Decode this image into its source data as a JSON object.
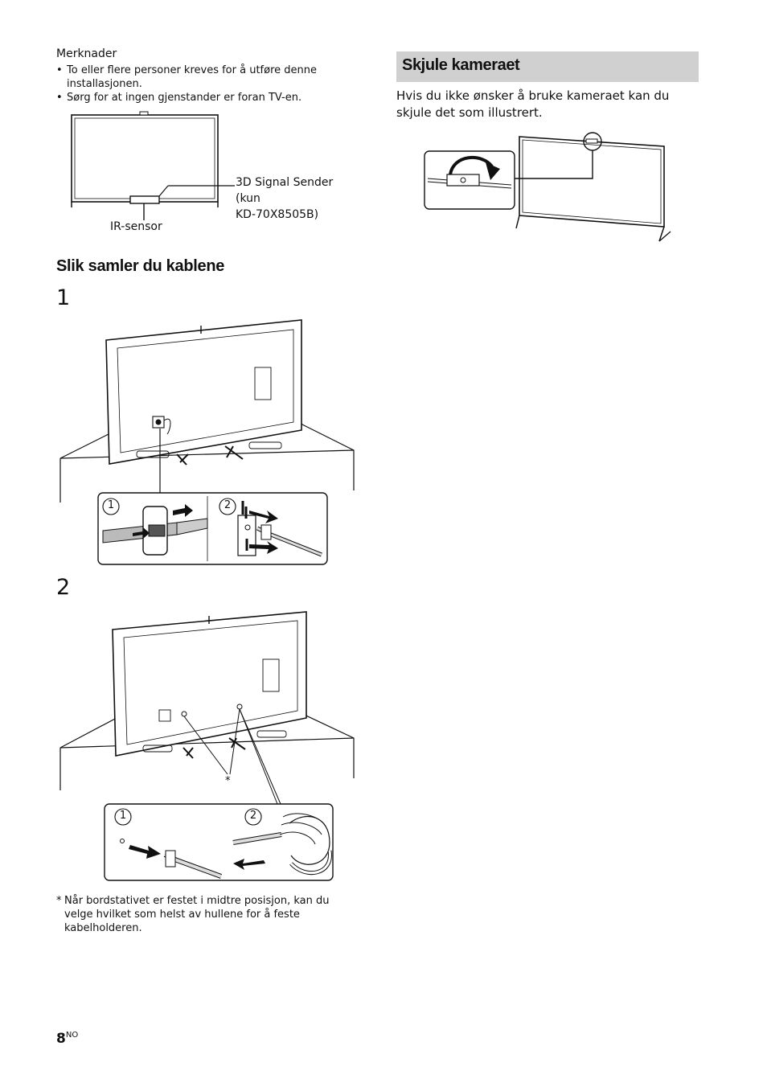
{
  "notes": {
    "title": "Merknader",
    "items": [
      "To eller flere personer kreves for å utføre denne installasjonen.",
      "Sørg for at ingen gjenstander er foran TV-en."
    ]
  },
  "front_figure": {
    "label_3d": "3D Signal Sender (kun KD-70X8505B)",
    "label_3d_line1": "3D Signal Sender",
    "label_3d_line2": "(kun",
    "label_3d_line3": "KD-70X8505B)",
    "label_ir": "IR-sensor"
  },
  "cables": {
    "heading": "Slik samler du kablene",
    "step1": "1",
    "step2": "2",
    "callout_1": "1",
    "callout_2": "2",
    "asterisk": "*"
  },
  "footnote": {
    "marker": "*",
    "text": "Når bordstativet er festet i midtre posisjon, kan du velge hvilket som helst av hullene for å feste kabelholderen."
  },
  "camera": {
    "heading": "Skjule kameraet",
    "intro": "Hvis du ikke ønsker å bruke kameraet kan du skjule det som illustrert."
  },
  "page": {
    "number": "8",
    "lang": "NO"
  }
}
